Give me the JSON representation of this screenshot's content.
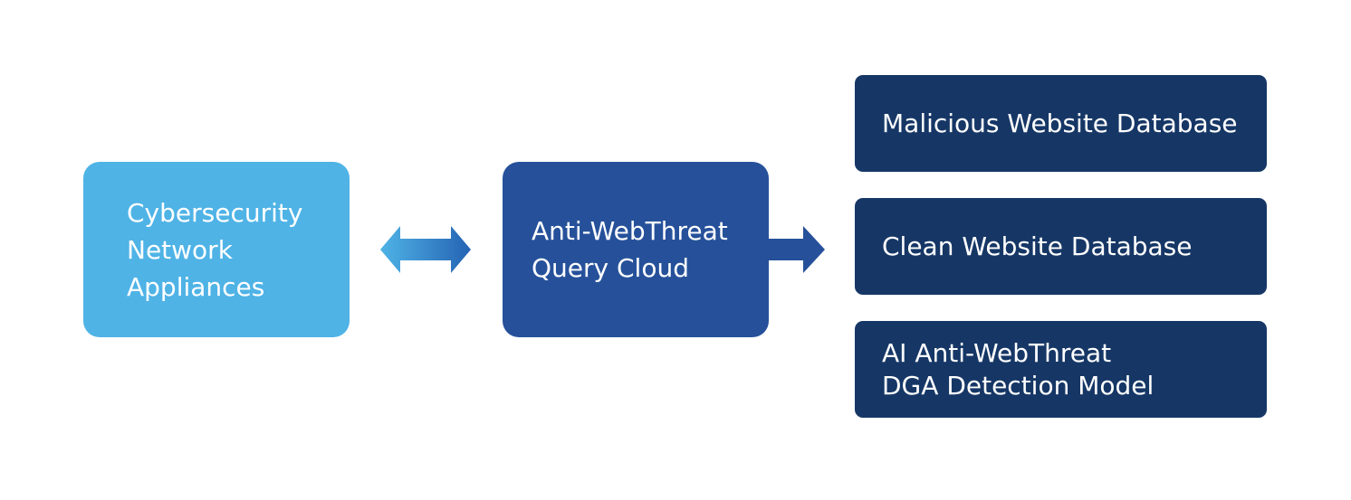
{
  "nodes": {
    "appliances": {
      "lines": [
        "Cybersecurity",
        "Network",
        "Appliances"
      ],
      "color": "#4fb3e6"
    },
    "cloud": {
      "lines": [
        "Anti-WebThreat",
        "Query Cloud"
      ],
      "color": "#26519a"
    },
    "databases": [
      {
        "lines": [
          "Malicious Website Database"
        ]
      },
      {
        "lines": [
          "Clean Website Database"
        ]
      },
      {
        "lines": [
          "AI Anti-WebThreat",
          "DGA Detection Model"
        ]
      }
    ],
    "database_color": "#163766"
  },
  "edges": [
    {
      "from": "appliances",
      "to": "cloud",
      "direction": "bidirectional",
      "style": "gradient-blue"
    },
    {
      "from": "cloud",
      "to": "databases",
      "direction": "forward",
      "style": "solid-blue"
    }
  ]
}
